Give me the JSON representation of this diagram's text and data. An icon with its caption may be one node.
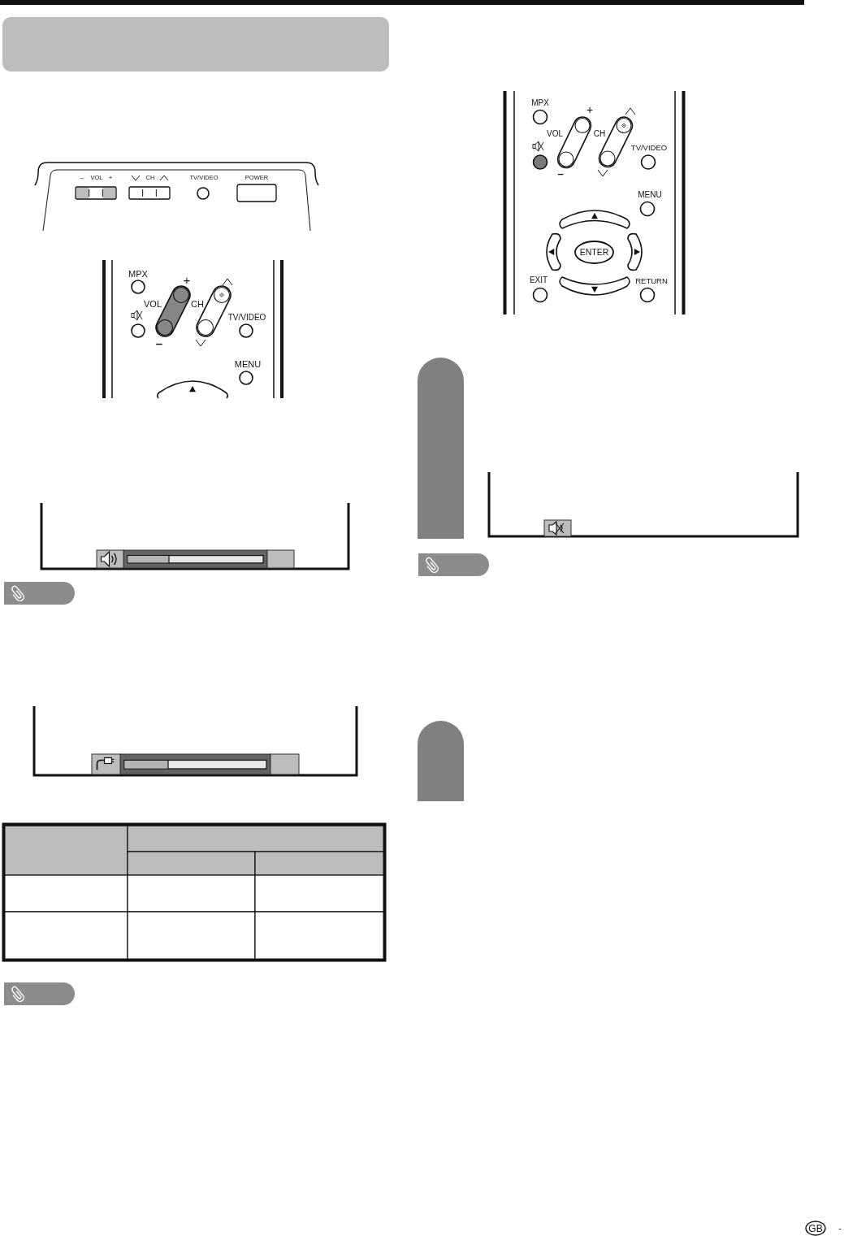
{
  "diagram": {
    "nodes": [
      {
        "text": [],
        "shape": "box"
      },
      {
        "text": [
          "ENTER"
        ]
      },
      {
        "text": [],
        "shape": "bar"
      },
      {
        "text": [],
        "shape": "bar"
      },
      {
        "text": [
          "GB"
        ]
      }
    ],
    "labels": [
      "–",
      "VOL",
      "+",
      "CH",
      "TV/VIDEO",
      "POWER",
      "MPX",
      "+",
      "VOL",
      "CH",
      "TV/VIDEO",
      "–",
      "MENU",
      "MPX",
      "+",
      "VOL",
      "CH",
      "TV/VIDEO",
      "–",
      "MENU",
      "EXIT",
      "RETURN",
      "-"
    ]
  }
}
